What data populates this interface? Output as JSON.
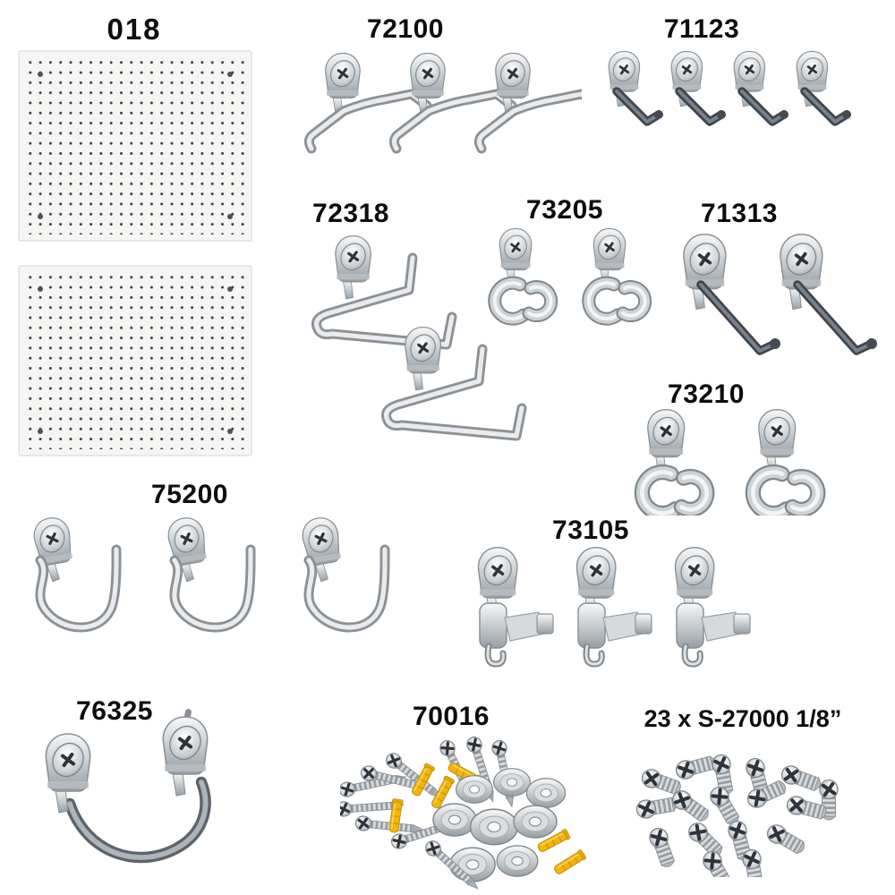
{
  "page": {
    "background_color": "#ffffff",
    "description": "pegboard hook assortment product collage"
  },
  "products": [
    {
      "sku": "018",
      "label": "018",
      "type": "pegboard-panels",
      "visible_count": 2
    },
    {
      "sku": "72100",
      "label": "72100",
      "type": "curved-peg-hooks",
      "visible_count": 3
    },
    {
      "sku": "71123",
      "label": "71123",
      "type": "angled-peg-hooks",
      "visible_count": 4
    },
    {
      "sku": "72318",
      "label": "72318",
      "type": "double-rod-hooks",
      "visible_count": 2
    },
    {
      "sku": "73205",
      "label": "73205",
      "type": "curled-spring-clips",
      "visible_count": 2
    },
    {
      "sku": "71313",
      "label": "71313",
      "type": "long-straight-hooks",
      "visible_count": 2
    },
    {
      "sku": "73210",
      "label": "73210",
      "type": "curled-spring-clips-large",
      "visible_count": 2
    },
    {
      "sku": "75200",
      "label": "75200",
      "type": "curved-utility-hooks",
      "visible_count": 3
    },
    {
      "sku": "73105",
      "label": "73105",
      "type": "tool-holder-clips",
      "visible_count": 3
    },
    {
      "sku": "76325",
      "label": "76325",
      "type": "double-ended-loop-hook",
      "visible_count": 1
    },
    {
      "sku": "70016",
      "label": "70016",
      "type": "mounting-hardware-kit"
    },
    {
      "sku": "S-27000",
      "label": "23 x S-27000 1/8”",
      "type": "self-tapping-screws",
      "visible_count": 23
    }
  ],
  "colors": {
    "label_text": "#0c0d0e",
    "chrome_light": "#e9ebec",
    "chrome_mid": "#ccd1d4",
    "chrome_dark": "#8b9197",
    "rod_dark": "#3f454c",
    "anchor_yellow": "#f2b50d",
    "pegboard_fill": "#f5f5f3",
    "pegboard_dot": "#3b3e41"
  }
}
